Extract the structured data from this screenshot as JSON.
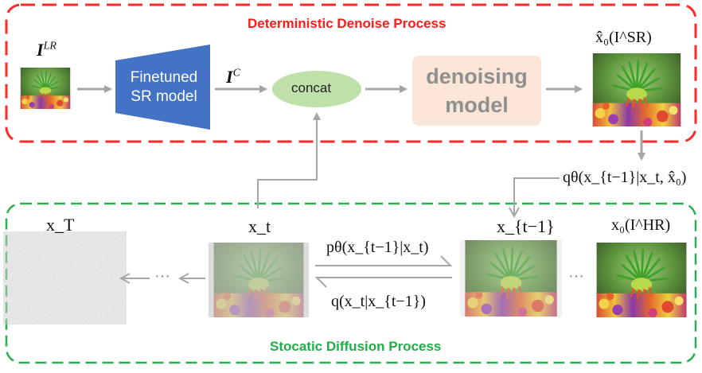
{
  "top_panel": {
    "title": "Deterministic Denoise Process",
    "title_color": "#ff1a1a",
    "border_color": "#ff2b2b"
  },
  "bottom_panel": {
    "title": "Stocatic Diffusion Process",
    "title_color": "#1db046",
    "border_color": "#2ab050"
  },
  "inputs": {
    "lr_label": "I",
    "lr_sup": "LR",
    "ic_label": "I",
    "ic_sup": "C"
  },
  "blocks": {
    "sr_model_line1": "Finetuned",
    "sr_model_line2": "SR model",
    "sr_model_color": "#4472c4",
    "concat": "concat",
    "concat_color": "#bfe0a8",
    "denoise_line1": "denoising",
    "denoise_line2": "model",
    "denoise_color": "#fbe5d6"
  },
  "outputs": {
    "x0_hat_sr": "x̂₀(I^SR)",
    "q_theta": "qθ(x_{t−1}|x_t, x̂₀)"
  },
  "diffusion": {
    "x_T": "x_T",
    "x_t": "x_t",
    "x_tm1": "x_{t−1}",
    "x0_hr": "x₀(I^HR)",
    "p_theta": "pθ(x_{t−1}|x_t)",
    "q_forward": "q(x_t|x_{t−1})",
    "ellipsis": "···"
  }
}
